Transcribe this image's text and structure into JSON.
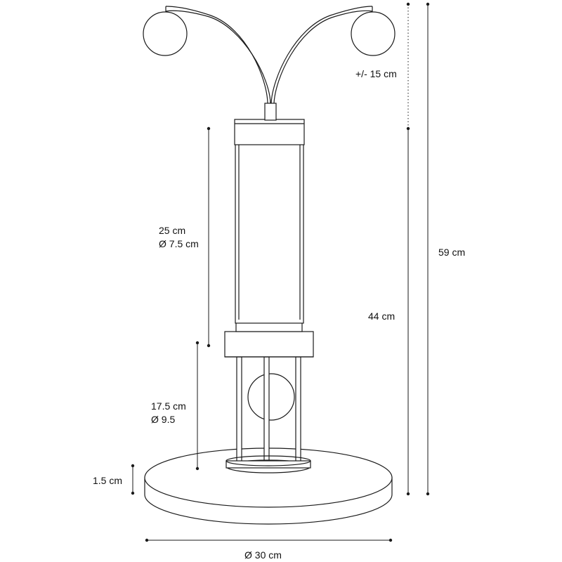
{
  "labels": {
    "arm_reach": "+/- 15 cm",
    "tube_height": "25 cm",
    "tube_diameter": "Ø 7.5 cm",
    "total_height": "59 cm",
    "body_height": "44 cm",
    "cage_height": "17.5 cm",
    "cage_diameter": "Ø 9.5",
    "base_thickness": "1.5 cm",
    "base_diameter": "Ø 30 cm"
  }
}
